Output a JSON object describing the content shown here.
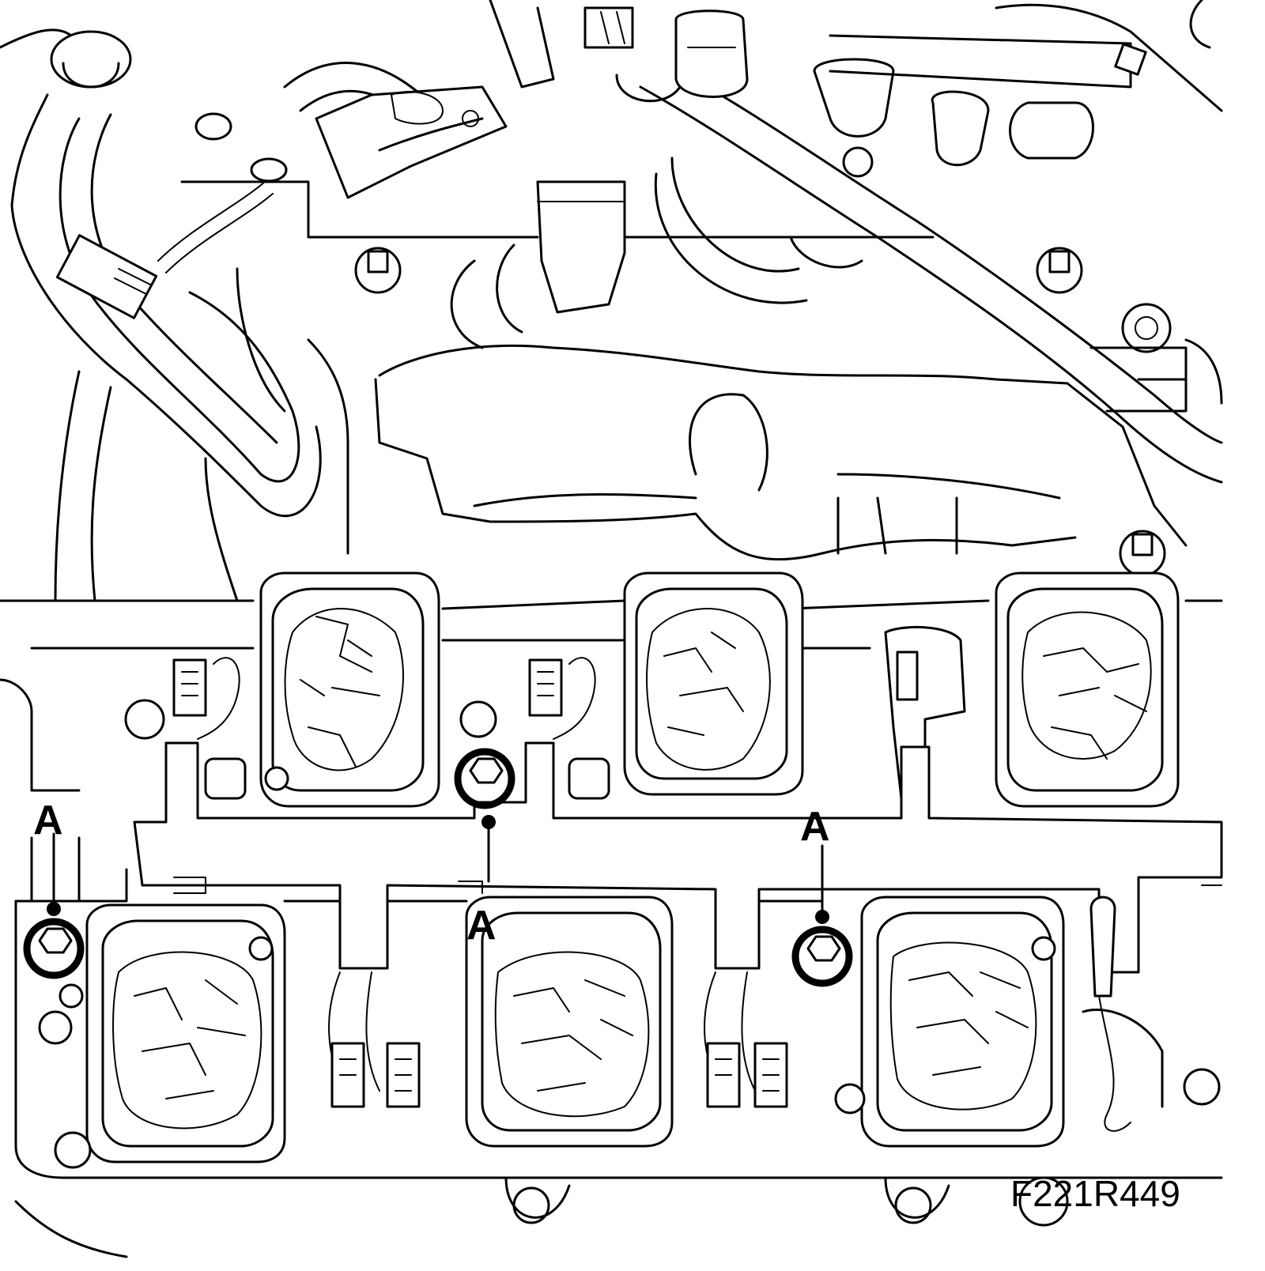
{
  "callouts": [
    {
      "id": "A-left",
      "label": "A"
    },
    {
      "id": "A-center",
      "label": "A"
    },
    {
      "id": "A-right",
      "label": "A"
    }
  ],
  "figure_id": "F221R449",
  "colors": {
    "line": "#000000",
    "background": "#ffffff"
  }
}
